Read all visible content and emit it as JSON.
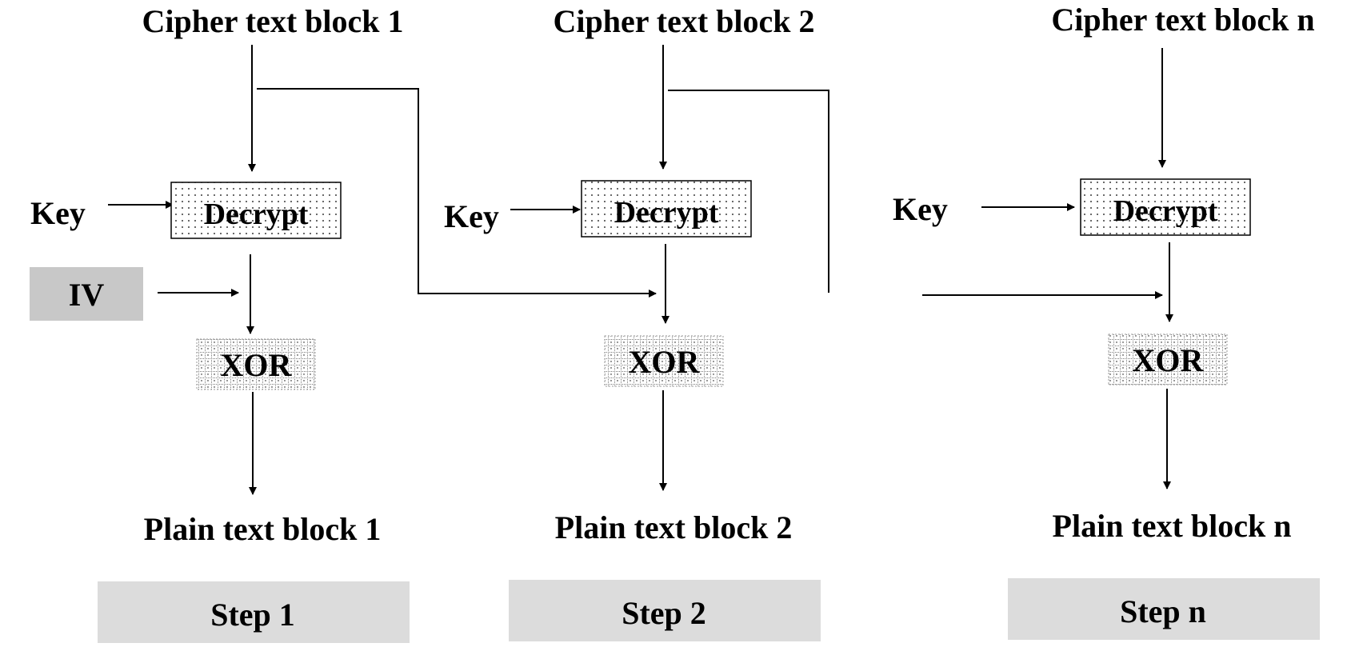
{
  "steps": [
    {
      "cipher_label": "Cipher text block 1",
      "key_label": "Key",
      "decrypt_label": "Decrypt",
      "xor_label": "XOR",
      "plain_label": "Plain text block 1",
      "step_label": "Step 1"
    },
    {
      "cipher_label": "Cipher text block 2",
      "key_label": "Key",
      "decrypt_label": "Decrypt",
      "xor_label": "XOR",
      "plain_label": "Plain text block 2",
      "step_label": "Step 2"
    },
    {
      "cipher_label": "Cipher text block n",
      "key_label": "Key",
      "decrypt_label": "Decrypt",
      "xor_label": "XOR",
      "plain_label": "Plain text block n",
      "step_label": "Step n"
    }
  ],
  "iv_label": "IV",
  "colors": {
    "step_box": "#dcdcdc",
    "iv_box": "#c8c8c8",
    "stroke": "#000000"
  }
}
